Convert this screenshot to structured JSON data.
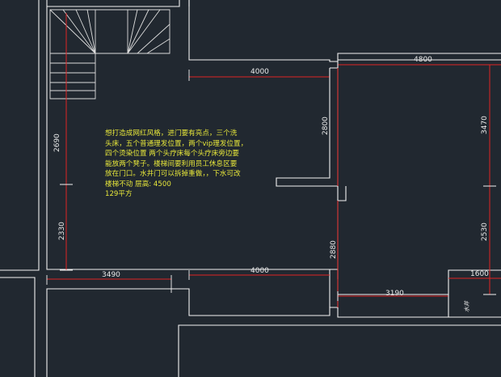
{
  "dimensions": {
    "top_middle": "4000",
    "top_right": "4800",
    "left_upper": "2690",
    "left_lower": "2330",
    "center_upper": "2800",
    "center_lower": "2880",
    "right_upper": "3470",
    "right_lower": "2530",
    "bottom_left": "3490",
    "bottom_middle": "4000",
    "bottom_right_middle": "3190",
    "bottom_right": "1600"
  },
  "notes": [
    "想打造成网红风格，进门要有亮点，三个洗",
    "头床，五个普通理发位置，两个vip理发位置，",
    "四个烫染位置  两个头疗床每个头疗床旁边要",
    "能放两个凳子。楼梯间要利用员工休息区要",
    "放在门口。水井门可以拆掉重做，，下水可改",
    "楼梯不动      层高: 4500",
    "129平方"
  ],
  "water_well_label": "水井",
  "colors": {
    "background": "#212830",
    "wall": "#f2f2f2",
    "dimension_line": "#e02323",
    "note_text": "#e6e63a"
  }
}
